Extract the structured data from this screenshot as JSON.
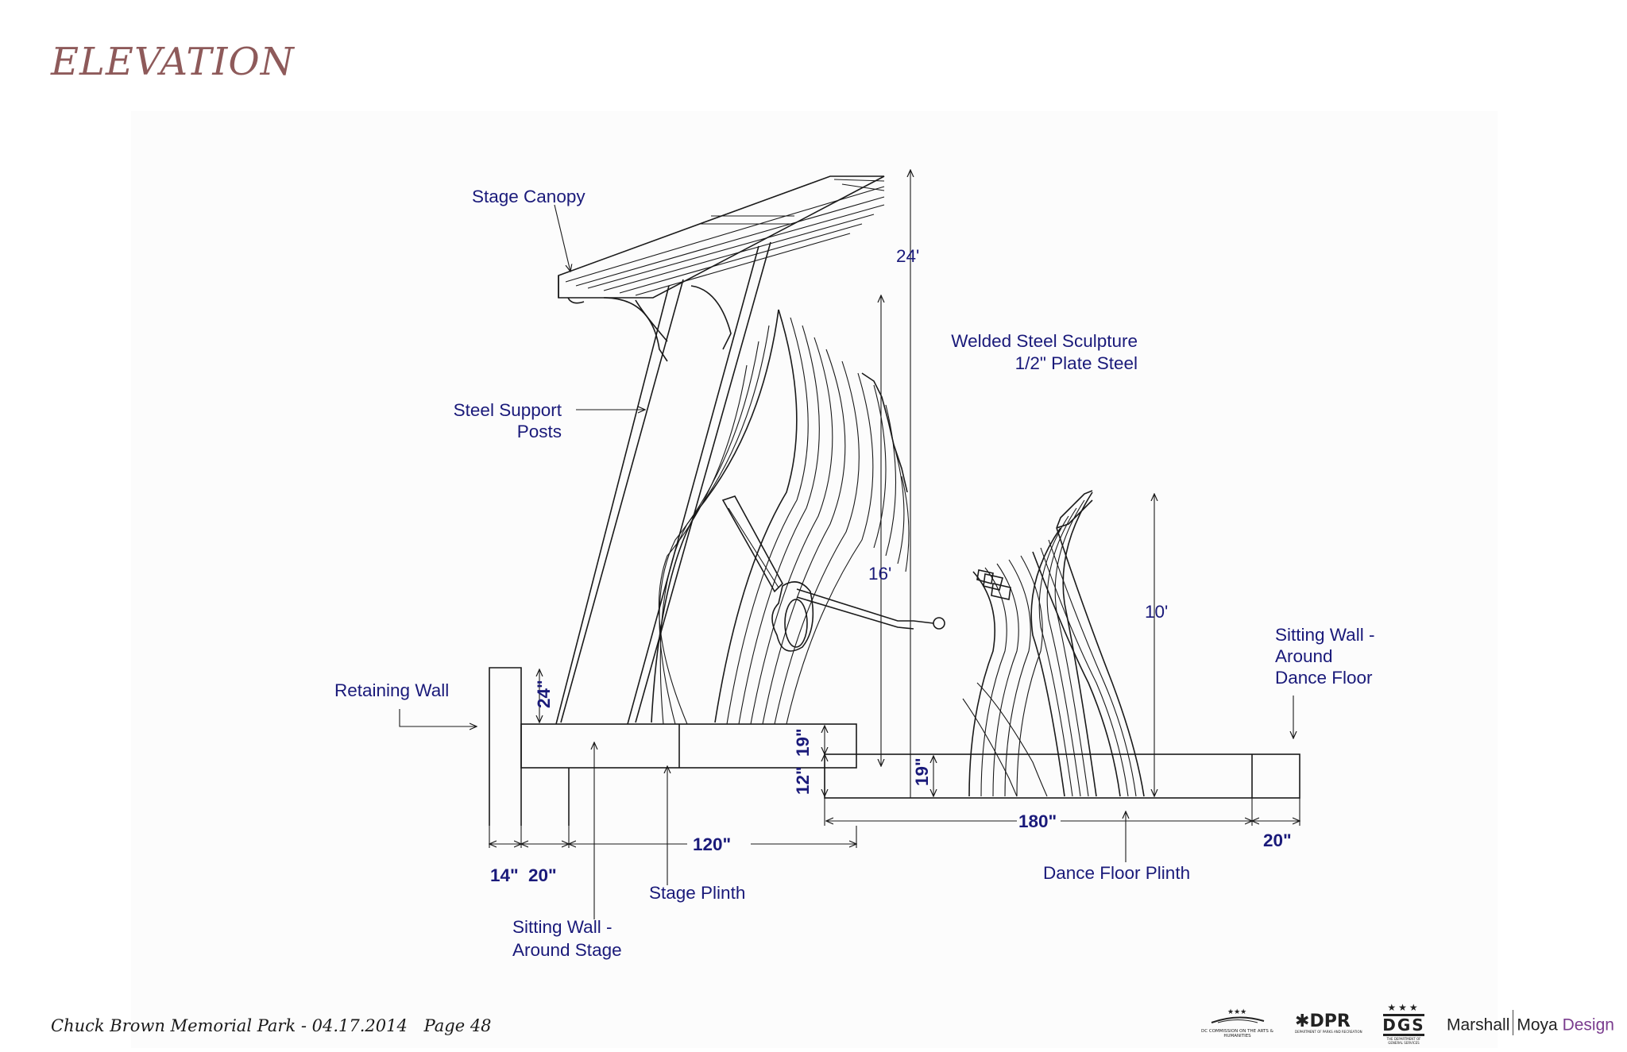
{
  "page": {
    "title": "ELEVATION"
  },
  "footer": {
    "project": "Chuck Brown Memorial Park - 04.17.2014",
    "page_label": "Page 48"
  },
  "labels": {
    "stage_canopy": "Stage Canopy",
    "steel_support_line1": "Steel Support",
    "steel_support_line2": "Posts",
    "welded_sculpture_line1": "Welded Steel Sculpture",
    "welded_sculpture_line2": "1/2\" Plate Steel",
    "retaining_wall": "Retaining Wall",
    "sitting_wall_dance_line1": "Sitting Wall -",
    "sitting_wall_dance_line2": "Around",
    "sitting_wall_dance_line3": "Dance Floor",
    "stage_plinth": "Stage Plinth",
    "sitting_wall_stage_line1": "Sitting Wall -",
    "sitting_wall_stage_line2": "Around Stage",
    "dance_floor_plinth": "Dance Floor Plinth"
  },
  "dimensions": {
    "height_24ft": "24'",
    "height_16ft": "16'",
    "height_10ft": "10'",
    "wall_24in": "24\"",
    "stage_19in": "19\"",
    "stage_12in": "12\"",
    "dance_19in": "19\"",
    "width_14in": "14\"",
    "width_20in_left": "20\"",
    "width_120in": "120\"",
    "width_180in": "180\"",
    "width_20in_right": "20\""
  },
  "logos": {
    "dcaah_caption": "DC COMMISSION ON THE ARTS & HUMANITIES",
    "dpr": "DPR",
    "dpr_caption": "DEPARTMENT OF PARKS AND RECREATION",
    "dgs": "DGS",
    "dgs_caption": "THE DEPARTMENT OF GENERAL SERVICES",
    "mmd_marshall": "Marshall",
    "mmd_moya": "Moya",
    "mmd_design": "Design"
  }
}
